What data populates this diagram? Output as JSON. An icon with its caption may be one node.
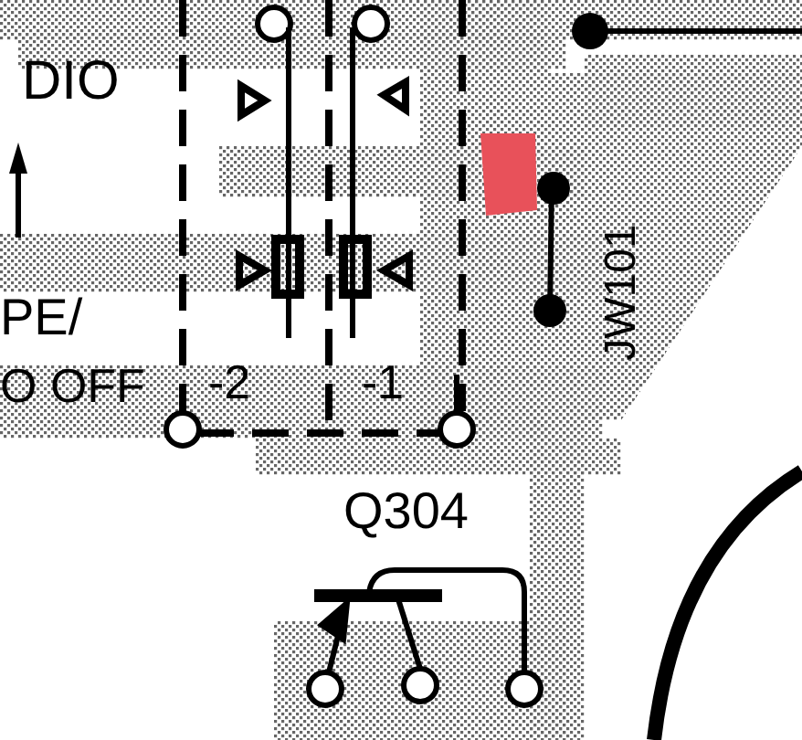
{
  "diagram": {
    "labels": [
      "DIO",
      "PE/",
      "O OFF",
      "-2",
      "-1",
      "JW101",
      "Q304"
    ]
  }
}
